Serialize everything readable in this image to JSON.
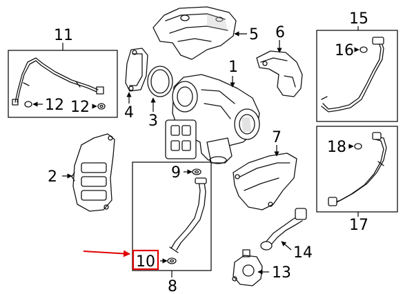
{
  "callouts": {
    "c1": "1",
    "c2": "2",
    "c3": "3",
    "c4": "4",
    "c5": "5",
    "c6": "6",
    "c7": "7",
    "c8": "8",
    "c9": "9",
    "c10": "10",
    "c11": "11",
    "c12a": "12",
    "c12b": "12",
    "c13": "13",
    "c14": "14",
    "c15": "15",
    "c16": "16",
    "c17": "17",
    "c18": "18"
  },
  "colors": {
    "highlight": "#e00000",
    "line": "#111111"
  },
  "highlighted_part": "10"
}
